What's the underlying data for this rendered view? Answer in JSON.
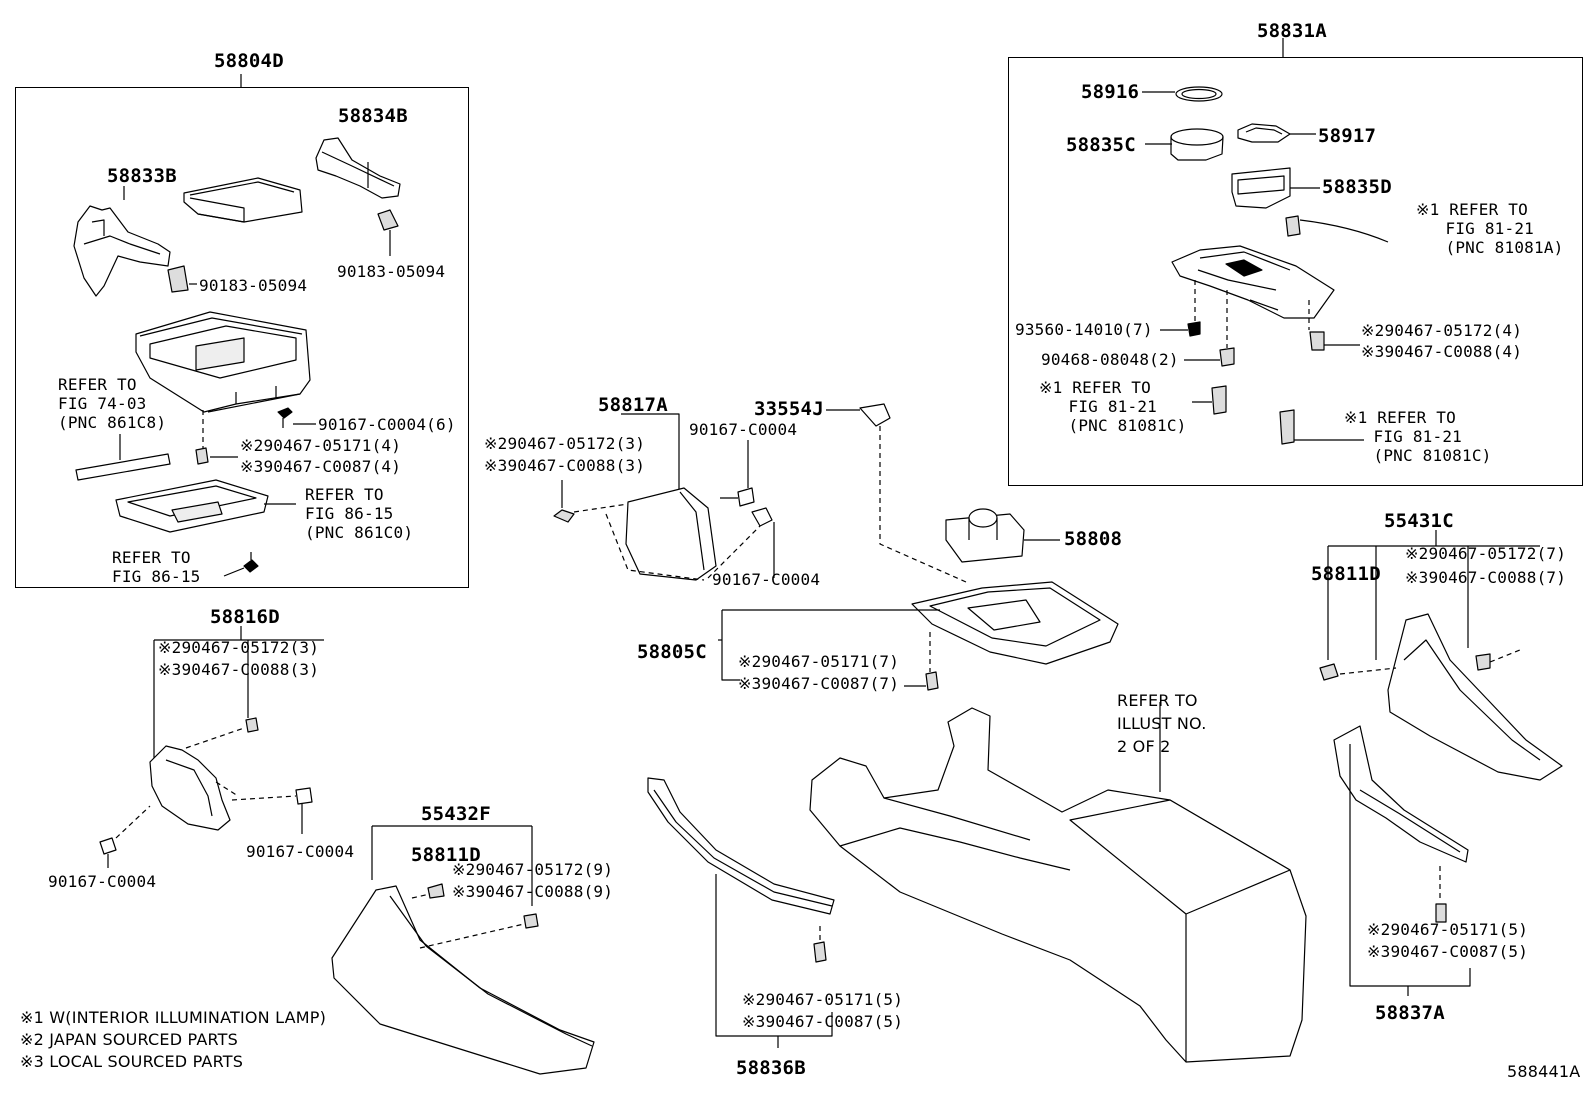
{
  "groups": {
    "g58804D": "58804D",
    "g58831A": "58831A",
    "g58817A": "58817A",
    "g58816D": "58816D",
    "g55432F": "55432F",
    "g55431C": "55431C",
    "g58805C": "58805C",
    "g58836B": "58836B",
    "g58837A": "58837A"
  },
  "parts": {
    "p58834B": "58834B",
    "p58833B": "58833B",
    "p90183_a": "90183-05094",
    "p90183_b": "90183-05094",
    "p90167_6": "90167-C0004(6)",
    "p90467_05171_4": "※290467-05171(4)",
    "p90467_C0087_4": "※390467-C0087(4)",
    "p58916": "58916",
    "p58917": "58917",
    "p58835C": "58835C",
    "p58835D": "58835D",
    "p93560": "93560-14010(7)",
    "p90468": "90468-08048(2)",
    "p90467_05172_4": "※290467-05172(4)",
    "p90467_C0088_4": "※390467-C0088(4)",
    "p90467_05172_3a": "※290467-05172(3)",
    "p90467_C0088_3a": "※390467-C0088(3)",
    "p90167_c1": "90167-C0004",
    "p90167_c2": "90167-C0004",
    "p33554J": "33554J",
    "p58808": "58808",
    "p90467_05171_7": "※290467-05171(7)",
    "p90467_C0087_7": "※390467-C0087(7)",
    "p90467_05172_3b": "※290467-05172(3)",
    "p90467_C0088_3b": "※390467-C0088(3)",
    "p90167_c3": "90167-C0004",
    "p90167_c4": "90167-C0004",
    "p58811D_a": "58811D",
    "p90467_05172_9": "※290467-05172(9)",
    "p90467_C0088_9": "※390467-C0088(9)",
    "p90467_05171_5a": "※290467-05171(5)",
    "p90467_C0087_5a": "※390467-C0087(5)",
    "p58811D_b": "58811D",
    "p90467_05172_7": "※290467-05172(7)",
    "p90467_C0088_7": "※390467-C0088(7)",
    "p90467_05171_5b": "※290467-05171(5)",
    "p90467_C0087_5b": "※390467-C0087(5)"
  },
  "refs": {
    "r74_03": "REFER TO\nFIG 74-03\n(PNC 861C8)",
    "r86_15a": "REFER TO\nFIG 86-15\n(PNC 861C0)",
    "r86_15b": "REFER TO\nFIG 86-15",
    "r81_21a": "※1 REFER TO\n   FIG 81-21\n   (PNC 81081A)",
    "r81_21b": "※1 REFER TO\n   FIG 81-21\n   (PNC 81081C)",
    "r81_21c": "※1 REFER TO\n   FIG 81-21\n   (PNC 81081C)",
    "illust": "REFER TO\nILLUST NO.\n2 OF 2"
  },
  "notes": [
    "※1 W(INTERIOR ILLUMINATION LAMP)",
    "※2 JAPAN SOURCED PARTS",
    "※3 LOCAL SOURCED PARTS"
  ],
  "figure_id": "588441A"
}
